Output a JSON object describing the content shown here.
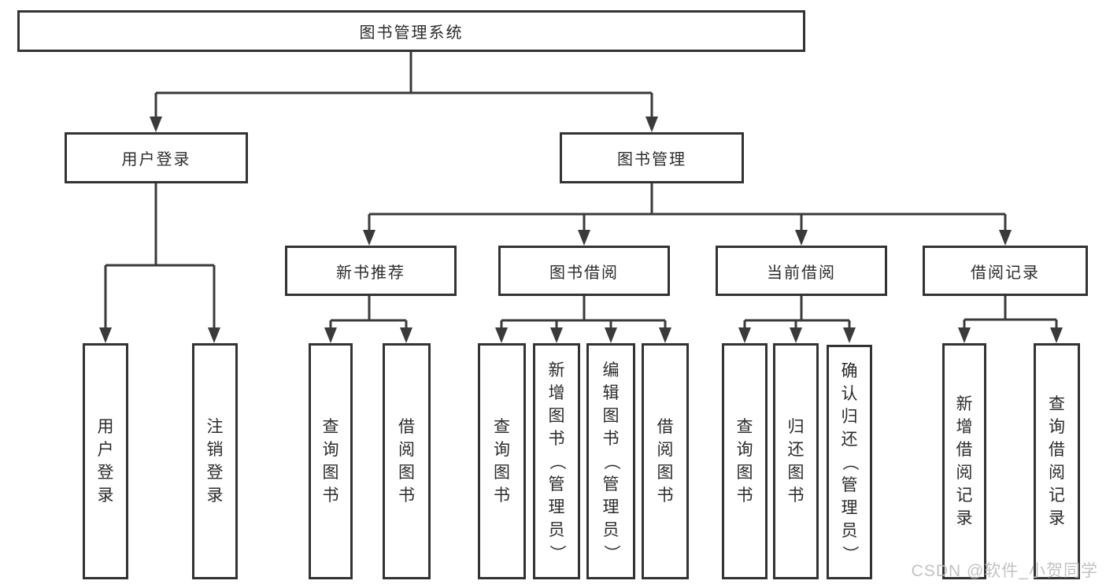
{
  "diagram": {
    "root": "图书管理系统",
    "watermark": "CSDN @软件_小贺同学",
    "level1": {
      "user_login": "用户登录",
      "book_management": "图书管理"
    },
    "level2": {
      "new_book_recommendation": "新书推荐",
      "book_borrowing": "图书借阅",
      "current_borrowing": "当前借阅",
      "borrowing_records": "借阅记录"
    },
    "leaves": {
      "user_login": "用户登录",
      "logout": "注销登录",
      "recommend_query_books": "查询图书",
      "recommend_borrow_books": "借阅图书",
      "borrowing_query_books": "查询图书",
      "borrowing_add_books_admin": "新增图书（管理员）",
      "borrowing_edit_books_admin": "编辑图书（管理员）",
      "borrowing_borrow_books": "借阅图书",
      "current_query_books": "查询图书",
      "current_return_books": "归还图书",
      "current_confirm_return_admin": "确认归还（管理员）",
      "records_add_record": "新增借阅记录",
      "records_query_record": "查询借阅记录"
    }
  }
}
